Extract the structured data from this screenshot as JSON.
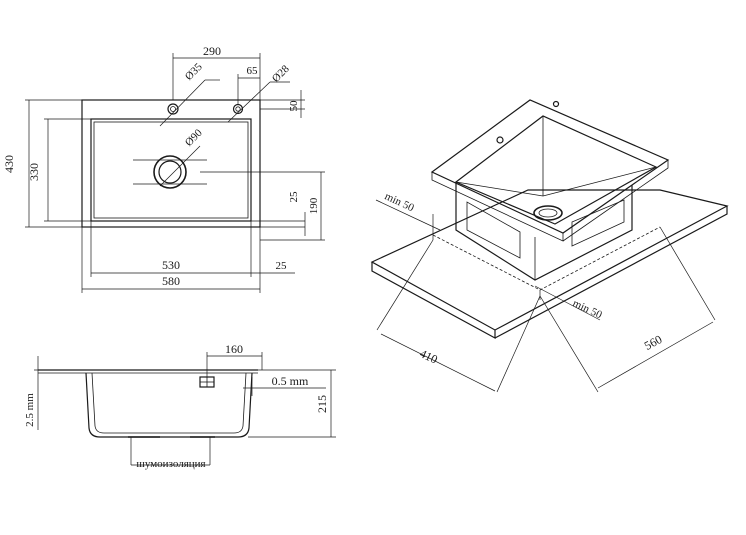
{
  "top_view": {
    "dims": {
      "width_290": "290",
      "hole_d35": "Ø35",
      "offset_65": "65",
      "hole_d28": "Ø28",
      "top_50": "50",
      "drain_d90": "Ø90",
      "height_430": "430",
      "height_330": "330",
      "offset_25_right": "25",
      "offset_190": "190",
      "width_530": "530",
      "offset_25_bottom": "25",
      "width_580": "580"
    }
  },
  "section_view": {
    "dims": {
      "thickness_2_5": "2.5 mm",
      "width_160": "160",
      "thickness_0_5": "0.5 mm",
      "depth_215": "215",
      "insulation_label": "шумоизоляция"
    }
  },
  "iso_view": {
    "dims": {
      "min50_left": "min 50",
      "min50_right": "min 50",
      "depth_410": "410",
      "width_560": "560"
    }
  },
  "colors": {
    "line": "#1a1a1a",
    "background": "#ffffff"
  }
}
